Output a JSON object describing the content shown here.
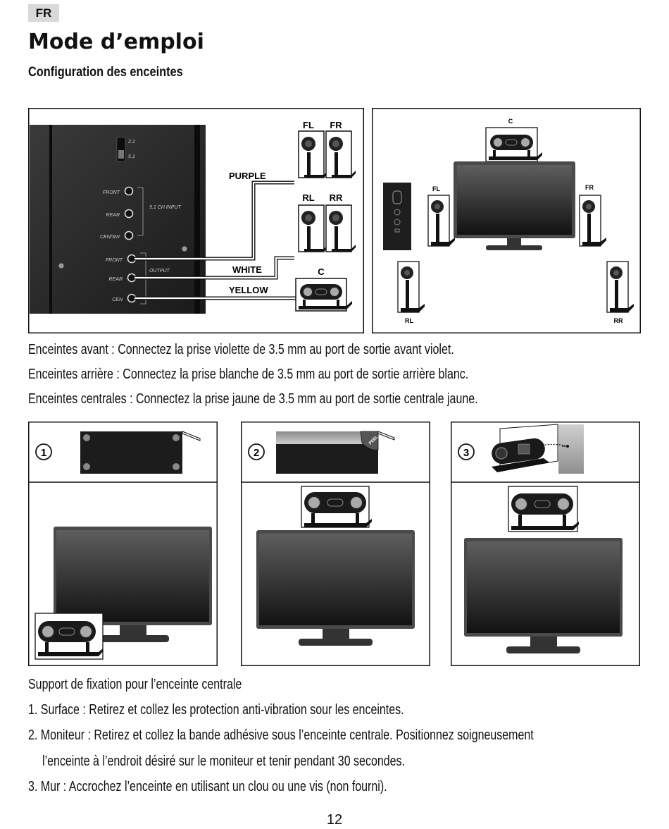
{
  "header": {
    "language_badge": "FR",
    "title": "Mode d’emploi",
    "subtitle": "Configuration des enceintes"
  },
  "wiring_diagram": {
    "switch_labels": [
      "2.1",
      "5.1"
    ],
    "input_group_label": "5.1 CH INPUT",
    "input_ports": [
      "FRONT",
      "REAR",
      "CEN/SW"
    ],
    "output_group_label": "OUTPUT",
    "output_ports": [
      "FRONT",
      "REAR",
      "CEN"
    ],
    "cable_labels": {
      "purple": "PURPLE",
      "white": "WHITE",
      "yellow": "YELLOW"
    },
    "speaker_labels": {
      "fl": "FL",
      "fr": "FR",
      "rl": "RL",
      "rr": "RR",
      "c": "C"
    }
  },
  "layout_diagram": {
    "speaker_labels": {
      "c": "C",
      "fl": "FL",
      "fr": "FR",
      "rl": "RL",
      "rr": "RR"
    }
  },
  "connection_instructions": [
    "Enceintes avant : Connectez la prise violette de 3.5 mm au port de sortie avant violet.",
    "Enceintes arrière : Connectez la prise blanche de 3.5 mm au port de sortie arrière blanc.",
    "Enceintes centrales : Connectez la prise jaune de 3.5 mm au port de sortie centrale jaune."
  ],
  "mounting_steps": {
    "step_numbers": [
      "1",
      "2",
      "3"
    ],
    "peel_label": "PEEL"
  },
  "mounting_instructions": {
    "heading": "Support de fixation pour l’enceinte centrale",
    "items": [
      "1. Surface : Retirez et collez les protection anti-vibration sour les enceintes.",
      "2. Moniteur : Retirez et collez la bande adhésive sous l’enceinte centrale. Positionnez soigneusement",
      "l’enceinte à l’endroit désiré sur le moniteur et tenir pendant 30 secondes.",
      "3. Mur : Accrochez l’enceinte en utilisant un clou ou une vis (non fourni)."
    ]
  },
  "page_number": "12"
}
